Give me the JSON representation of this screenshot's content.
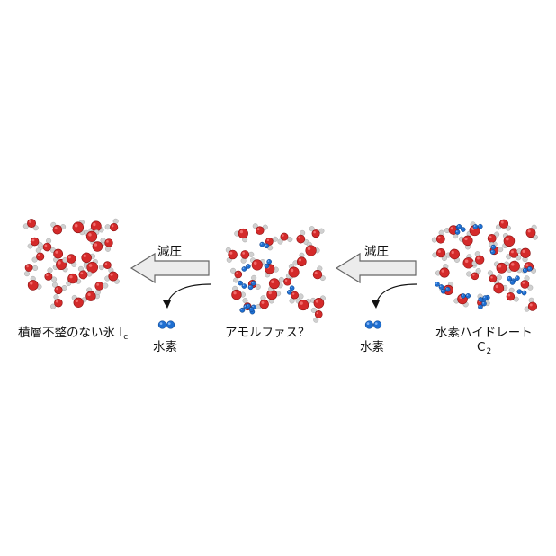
{
  "labels": {
    "ice": "積層不整のない氷 I",
    "ice_sub": "c",
    "amorphous": "アモルファス？",
    "hydrate_line1": "水素ハイドレート",
    "hydrate_line2_main": "C",
    "hydrate_line2_sub": "2",
    "pressure_left": "減圧",
    "pressure_right": "減圧",
    "hydrogen_left": "水素",
    "hydrogen_right": "水素"
  },
  "colors": {
    "oxygen": "#d42a2a",
    "hydrogen_atom": "#d0d0d0",
    "hydrogen_molecule": "#1f6fd1",
    "arrow_fill": "#ececec",
    "arrow_stroke": "#666666"
  }
}
